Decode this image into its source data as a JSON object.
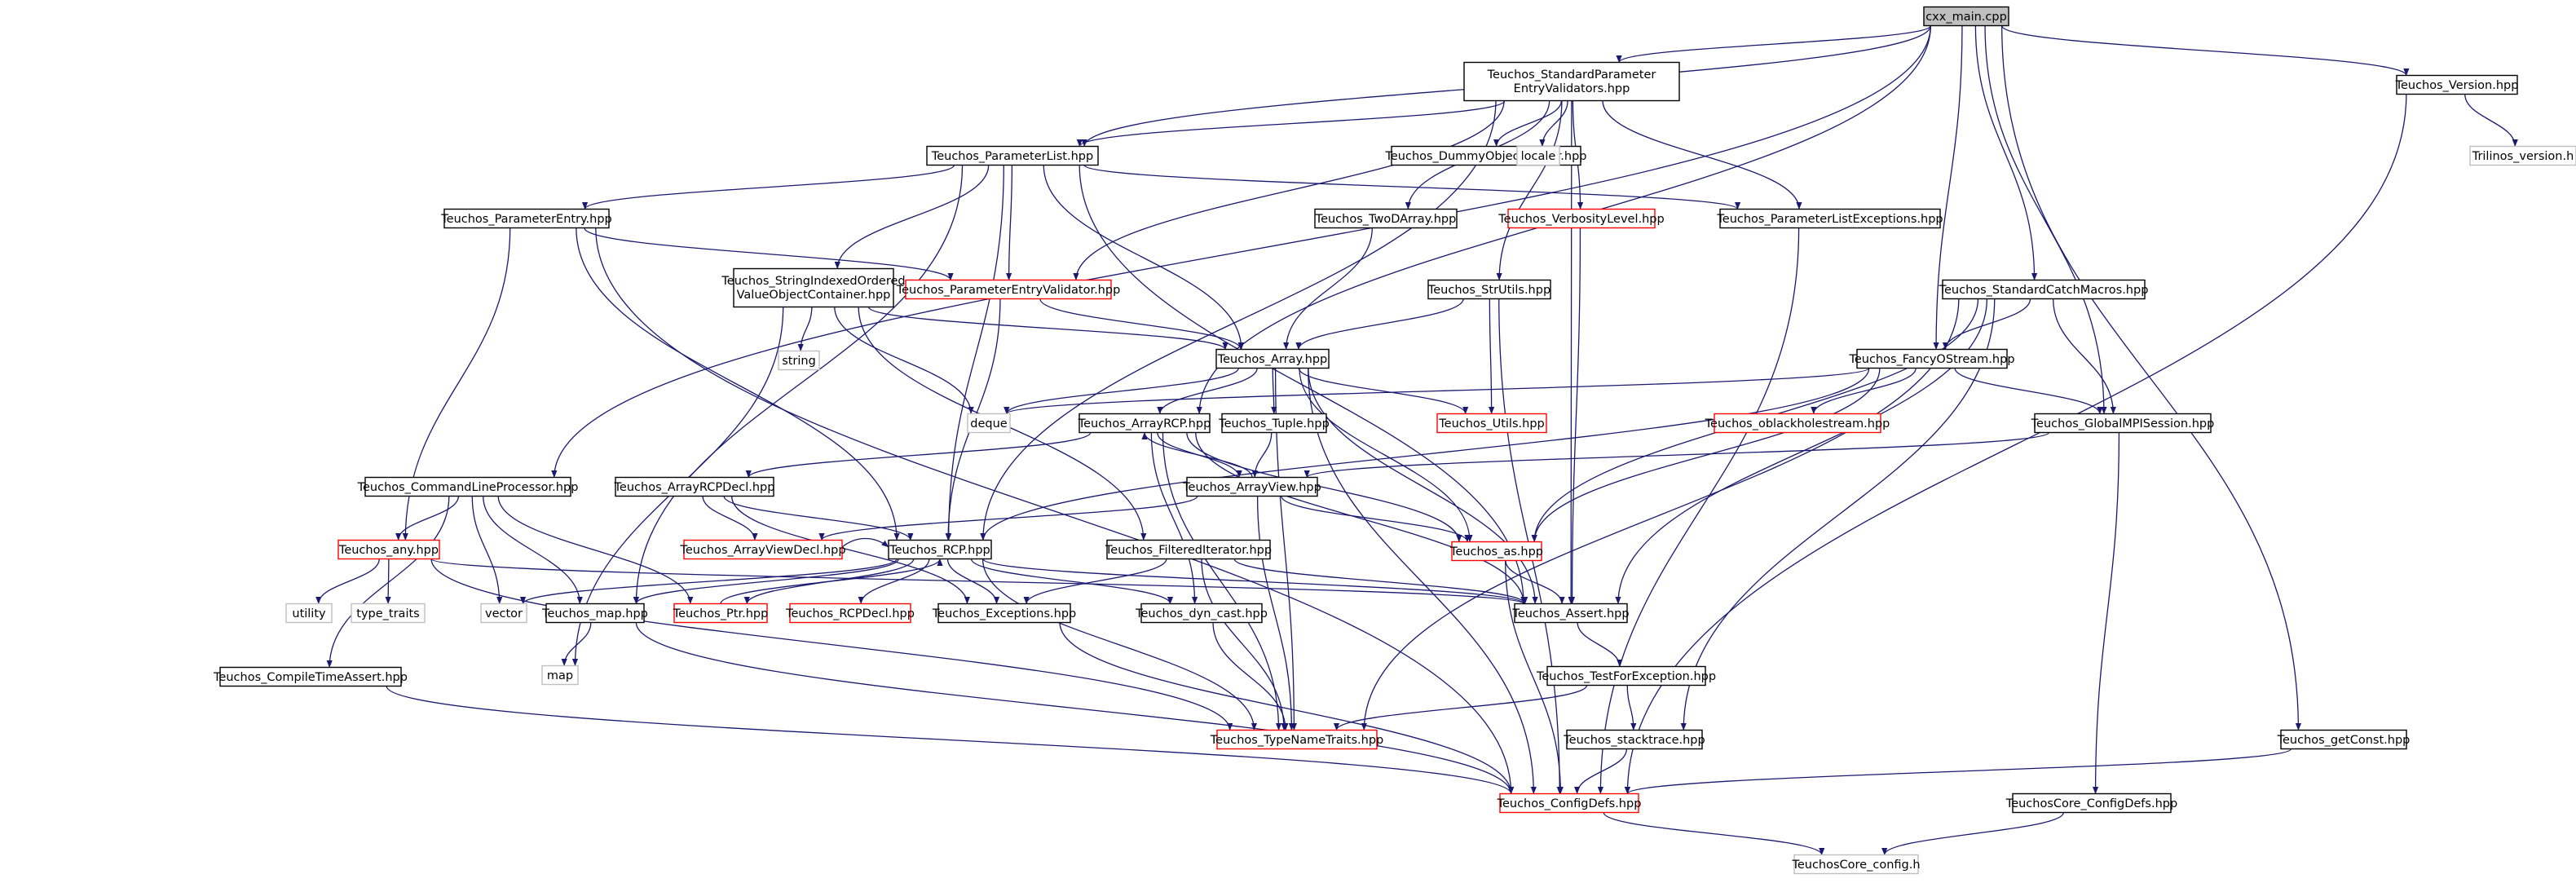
{
  "graph": {
    "type": "include-dependency-graph",
    "colors": {
      "edge": "#191970",
      "node_border": "#000000",
      "node_border_red": "#ff0000",
      "node_border_gray": "#bfbfbf",
      "root_fill": "#bfbfbf",
      "text": "#000000"
    },
    "nodes": [
      {
        "id": "cxx_main",
        "label": "cxx_main.cpp",
        "style": "root"
      },
      {
        "id": "spev",
        "label": "Teuchos_StandardParameter EntryValidators.hpp",
        "style": "black"
      },
      {
        "id": "version",
        "label": "Teuchos_Version.hpp",
        "style": "black"
      },
      {
        "id": "trilinos_version",
        "label": "Trilinos_version.h",
        "style": "gray"
      },
      {
        "id": "paramlist",
        "label": "Teuchos_ParameterList.hpp",
        "style": "black"
      },
      {
        "id": "dummy",
        "label": "Teuchos_DummyObjectGetter.hpp",
        "style": "black"
      },
      {
        "id": "locale",
        "label": "locale",
        "style": "gray"
      },
      {
        "id": "paramentry",
        "label": "Teuchos_ParameterEntry.hpp",
        "style": "black"
      },
      {
        "id": "twod",
        "label": "Teuchos_TwoDArray.hpp",
        "style": "black"
      },
      {
        "id": "verbosity",
        "label": "Teuchos_VerbosityLevel.hpp",
        "style": "red"
      },
      {
        "id": "plexc",
        "label": "Teuchos_ParameterListExceptions.hpp",
        "style": "black"
      },
      {
        "id": "sioc",
        "label": "Teuchos_StringIndexedOrdered ValueObjectContainer.hpp",
        "style": "black"
      },
      {
        "id": "pev",
        "label": "Teuchos_ParameterEntryValidator.hpp",
        "style": "red"
      },
      {
        "id": "strutils",
        "label": "Teuchos_StrUtils.hpp",
        "style": "black"
      },
      {
        "id": "catch",
        "label": "Teuchos_StandardCatchMacros.hpp",
        "style": "black"
      },
      {
        "id": "string",
        "label": "string",
        "style": "gray"
      },
      {
        "id": "array",
        "label": "Teuchos_Array.hpp",
        "style": "black"
      },
      {
        "id": "fancy",
        "label": "Teuchos_FancyOStream.hpp",
        "style": "black"
      },
      {
        "id": "deque",
        "label": "deque",
        "style": "gray"
      },
      {
        "id": "arrayrcp",
        "label": "Teuchos_ArrayRCP.hpp",
        "style": "black"
      },
      {
        "id": "tuple",
        "label": "Teuchos_Tuple.hpp",
        "style": "black"
      },
      {
        "id": "utils",
        "label": "Teuchos_Utils.hpp",
        "style": "red"
      },
      {
        "id": "oblackhole",
        "label": "Teuchos_oblackholestream.hpp",
        "style": "red"
      },
      {
        "id": "globalmpi",
        "label": "Teuchos_GlobalMPISession.hpp",
        "style": "black"
      },
      {
        "id": "clp",
        "label": "Teuchos_CommandLineProcessor.hpp",
        "style": "black"
      },
      {
        "id": "arcpdecl",
        "label": "Teuchos_ArrayRCPDecl.hpp",
        "style": "black"
      },
      {
        "id": "arrayview",
        "label": "Teuchos_ArrayView.hpp",
        "style": "black"
      },
      {
        "id": "any",
        "label": "Teuchos_any.hpp",
        "style": "red"
      },
      {
        "id": "avdecl",
        "label": "Teuchos_ArrayViewDecl.hpp",
        "style": "red"
      },
      {
        "id": "rcp",
        "label": "Teuchos_RCP.hpp",
        "style": "black"
      },
      {
        "id": "filtered",
        "label": "Teuchos_FilteredIterator.hpp",
        "style": "black"
      },
      {
        "id": "as",
        "label": "Teuchos_as.hpp",
        "style": "red"
      },
      {
        "id": "utility",
        "label": "utility",
        "style": "gray"
      },
      {
        "id": "type_traits",
        "label": "type_traits",
        "style": "gray"
      },
      {
        "id": "vector",
        "label": "vector",
        "style": "gray"
      },
      {
        "id": "map",
        "label": "Teuchos_map.hpp",
        "style": "black"
      },
      {
        "id": "ptr",
        "label": "Teuchos_Ptr.hpp",
        "style": "red"
      },
      {
        "id": "rcpdecl",
        "label": "Teuchos_RCPDecl.hpp",
        "style": "red"
      },
      {
        "id": "exceptions",
        "label": "Teuchos_Exceptions.hpp",
        "style": "black"
      },
      {
        "id": "dyncast",
        "label": "Teuchos_dyn_cast.hpp",
        "style": "black"
      },
      {
        "id": "assert",
        "label": "Teuchos_Assert.hpp",
        "style": "black"
      },
      {
        "id": "stdmap",
        "label": "map",
        "style": "gray"
      },
      {
        "id": "cta",
        "label": "Teuchos_CompileTimeAssert.hpp",
        "style": "black"
      },
      {
        "id": "tfe",
        "label": "Teuchos_TestForException.hpp",
        "style": "black"
      },
      {
        "id": "typename",
        "label": "Teuchos_TypeNameTraits.hpp",
        "style": "red"
      },
      {
        "id": "stacktrace",
        "label": "Teuchos_stacktrace.hpp",
        "style": "black"
      },
      {
        "id": "getconst",
        "label": "Teuchos_getConst.hpp",
        "style": "black"
      },
      {
        "id": "configdefs",
        "label": "Teuchos_ConfigDefs.hpp",
        "style": "red"
      },
      {
        "id": "coreconfigdefs",
        "label": "TeuchosCore_ConfigDefs.hpp",
        "style": "black"
      },
      {
        "id": "coreconfig",
        "label": "TeuchosCore_config.h",
        "style": "gray"
      }
    ],
    "edges": [
      [
        "cxx_main",
        "spev"
      ],
      [
        "cxx_main",
        "version"
      ],
      [
        "cxx_main",
        "paramlist"
      ],
      [
        "cxx_main",
        "clp"
      ],
      [
        "cxx_main",
        "arrayrcp"
      ],
      [
        "cxx_main",
        "fancy"
      ],
      [
        "cxx_main",
        "catch"
      ],
      [
        "cxx_main",
        "globalmpi"
      ],
      [
        "cxx_main",
        "getconst"
      ],
      [
        "version",
        "trilinos_version"
      ],
      [
        "version",
        "configdefs"
      ],
      [
        "spev",
        "paramlist"
      ],
      [
        "spev",
        "dummy"
      ],
      [
        "spev",
        "locale"
      ],
      [
        "spev",
        "twod"
      ],
      [
        "spev",
        "verbosity"
      ],
      [
        "spev",
        "plexc"
      ],
      [
        "spev",
        "pev"
      ],
      [
        "spev",
        "strutils"
      ],
      [
        "spev",
        "assert"
      ],
      [
        "spev",
        "rcp"
      ],
      [
        "paramlist",
        "paramentry"
      ],
      [
        "paramlist",
        "plexc"
      ],
      [
        "paramlist",
        "sioc"
      ],
      [
        "paramlist",
        "pev"
      ],
      [
        "paramlist",
        "array"
      ],
      [
        "paramlist",
        "map"
      ],
      [
        "paramlist",
        "rcp"
      ],
      [
        "paramlist",
        "assert"
      ],
      [
        "paramentry",
        "pev"
      ],
      [
        "paramentry",
        "any"
      ],
      [
        "paramentry",
        "rcp"
      ],
      [
        "paramentry",
        "configdefs"
      ],
      [
        "twod",
        "array"
      ],
      [
        "verbosity",
        "assert"
      ],
      [
        "plexc",
        "configdefs"
      ],
      [
        "sioc",
        "array"
      ],
      [
        "sioc",
        "string"
      ],
      [
        "sioc",
        "deque"
      ],
      [
        "sioc",
        "filtered"
      ],
      [
        "sioc",
        "stdmap"
      ],
      [
        "pev",
        "array"
      ],
      [
        "pev",
        "rcp"
      ],
      [
        "strutils",
        "array"
      ],
      [
        "strutils",
        "utils"
      ],
      [
        "strutils",
        "configdefs"
      ],
      [
        "catch",
        "fancy"
      ],
      [
        "catch",
        "globalmpi"
      ],
      [
        "catch",
        "as"
      ],
      [
        "catch",
        "stacktrace"
      ],
      [
        "catch",
        "typename"
      ],
      [
        "catch",
        "assert"
      ],
      [
        "array",
        "arrayrcp"
      ],
      [
        "array",
        "tuple"
      ],
      [
        "array",
        "utils"
      ],
      [
        "array",
        "deque"
      ],
      [
        "array",
        "assert"
      ],
      [
        "array",
        "typename"
      ],
      [
        "array",
        "configdefs"
      ],
      [
        "array",
        "as"
      ],
      [
        "fancy",
        "oblackhole"
      ],
      [
        "fancy",
        "globalmpi"
      ],
      [
        "fancy",
        "deque"
      ],
      [
        "fancy",
        "as"
      ],
      [
        "fancy",
        "rcp"
      ],
      [
        "arrayrcp",
        "arcpdecl"
      ],
      [
        "arrayrcp",
        "arrayview"
      ],
      [
        "arrayrcp",
        "as"
      ],
      [
        "arrayrcp",
        "dyncast"
      ],
      [
        "arrayrcp",
        "typename"
      ],
      [
        "arrayrcp",
        "assert"
      ],
      [
        "tuple",
        "arrayview"
      ],
      [
        "arrayview",
        "arrayrcp"
      ],
      [
        "arrayview",
        "avdecl"
      ],
      [
        "arrayview",
        "as"
      ],
      [
        "arrayview",
        "typename"
      ],
      [
        "globalmpi",
        "arrayview"
      ],
      [
        "globalmpi",
        "coreconfigdefs"
      ],
      [
        "clp",
        "any"
      ],
      [
        "clp",
        "vector"
      ],
      [
        "clp",
        "map"
      ],
      [
        "clp",
        "ptr"
      ],
      [
        "clp",
        "cta"
      ],
      [
        "arcpdecl",
        "avdecl"
      ],
      [
        "arcpdecl",
        "rcp"
      ],
      [
        "arcpdecl",
        "exceptions"
      ],
      [
        "any",
        "utility"
      ],
      [
        "any",
        "type_traits"
      ],
      [
        "any",
        "typename"
      ],
      [
        "any",
        "assert"
      ],
      [
        "avdecl",
        "rcp"
      ],
      [
        "rcp",
        "ptr"
      ],
      [
        "rcp",
        "rcpdecl"
      ],
      [
        "rcp",
        "exceptions"
      ],
      [
        "rcp",
        "dyncast"
      ],
      [
        "rcp",
        "map"
      ],
      [
        "rcp",
        "vector"
      ],
      [
        "rcp",
        "assert"
      ],
      [
        "rcp",
        "typename"
      ],
      [
        "filtered",
        "exceptions"
      ],
      [
        "filtered",
        "typename"
      ],
      [
        "filtered",
        "assert"
      ],
      [
        "as",
        "assert"
      ],
      [
        "as",
        "configdefs"
      ],
      [
        "map",
        "stdmap"
      ],
      [
        "map",
        "configdefs"
      ],
      [
        "ptr",
        "rcp"
      ],
      [
        "exceptions",
        "configdefs"
      ],
      [
        "dyncast",
        "typename"
      ],
      [
        "assert",
        "tfe"
      ],
      [
        "tfe",
        "stacktrace"
      ],
      [
        "tfe",
        "typename"
      ],
      [
        "stacktrace",
        "configdefs"
      ],
      [
        "getconst",
        "configdefs"
      ],
      [
        "cta",
        "configdefs"
      ],
      [
        "configdefs",
        "coreconfig"
      ],
      [
        "coreconfigdefs",
        "coreconfig"
      ]
    ]
  }
}
